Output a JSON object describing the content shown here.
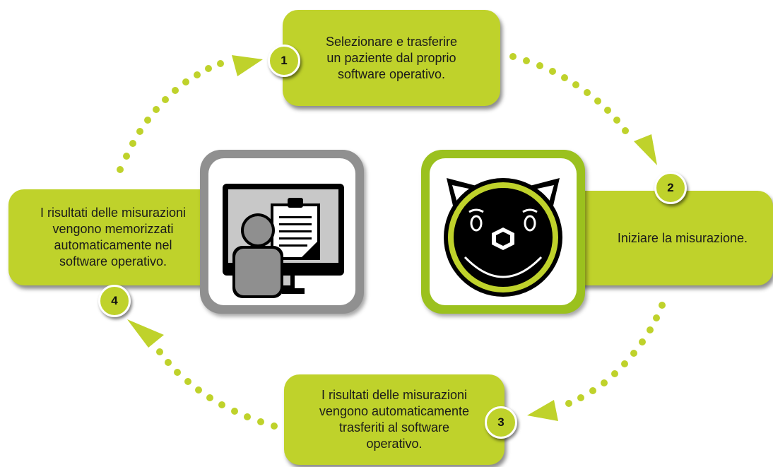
{
  "steps": [
    {
      "number": "1",
      "text": "Selezionare e trasferire\nun paziente dal proprio\nsoftware operativo."
    },
    {
      "number": "2",
      "text": "Iniziare la misurazione."
    },
    {
      "number": "3",
      "text": "I risultati delle misurazioni\nvengono automaticamente\ntrasferiti al software\noperativo."
    },
    {
      "number": "4",
      "text": "I risultati delle misurazioni\nvengono memorizzati\nautomaticamente nel\nsoftware operativo."
    }
  ],
  "colors": {
    "accent": "#bfd22b",
    "tile_grey": "#909090",
    "tile_green": "#9bc11e",
    "icon_dark": "#000000"
  },
  "icons": [
    "computer-user-clipboard-icon",
    "measurement-device-face-icon"
  ]
}
